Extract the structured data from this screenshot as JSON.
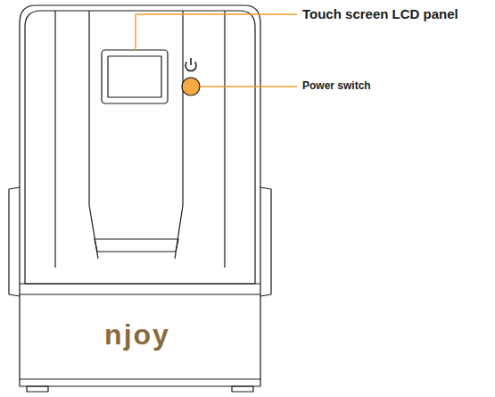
{
  "diagram": {
    "labels": [
      "Touch screen LCD panel",
      "Power switch",
      "njoy"
    ]
  }
}
